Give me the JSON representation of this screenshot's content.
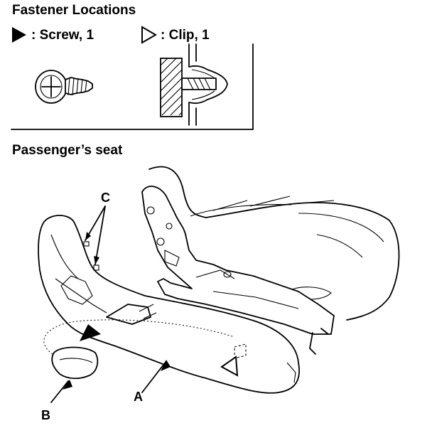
{
  "heading_fasteners": "Fastener Locations",
  "legend": {
    "screw": ": Screw, 1",
    "clip": ": Clip, 1"
  },
  "heading_seat": "Passenger’s seat",
  "callouts": {
    "a": "A",
    "b": "B",
    "c": "C"
  },
  "icons": [
    "screw-symbol-filled-triangle",
    "clip-symbol-outline-triangle",
    "screw-icon",
    "clip-icon"
  ],
  "colors": {
    "ink": "#000000",
    "paper": "#ffffff"
  }
}
